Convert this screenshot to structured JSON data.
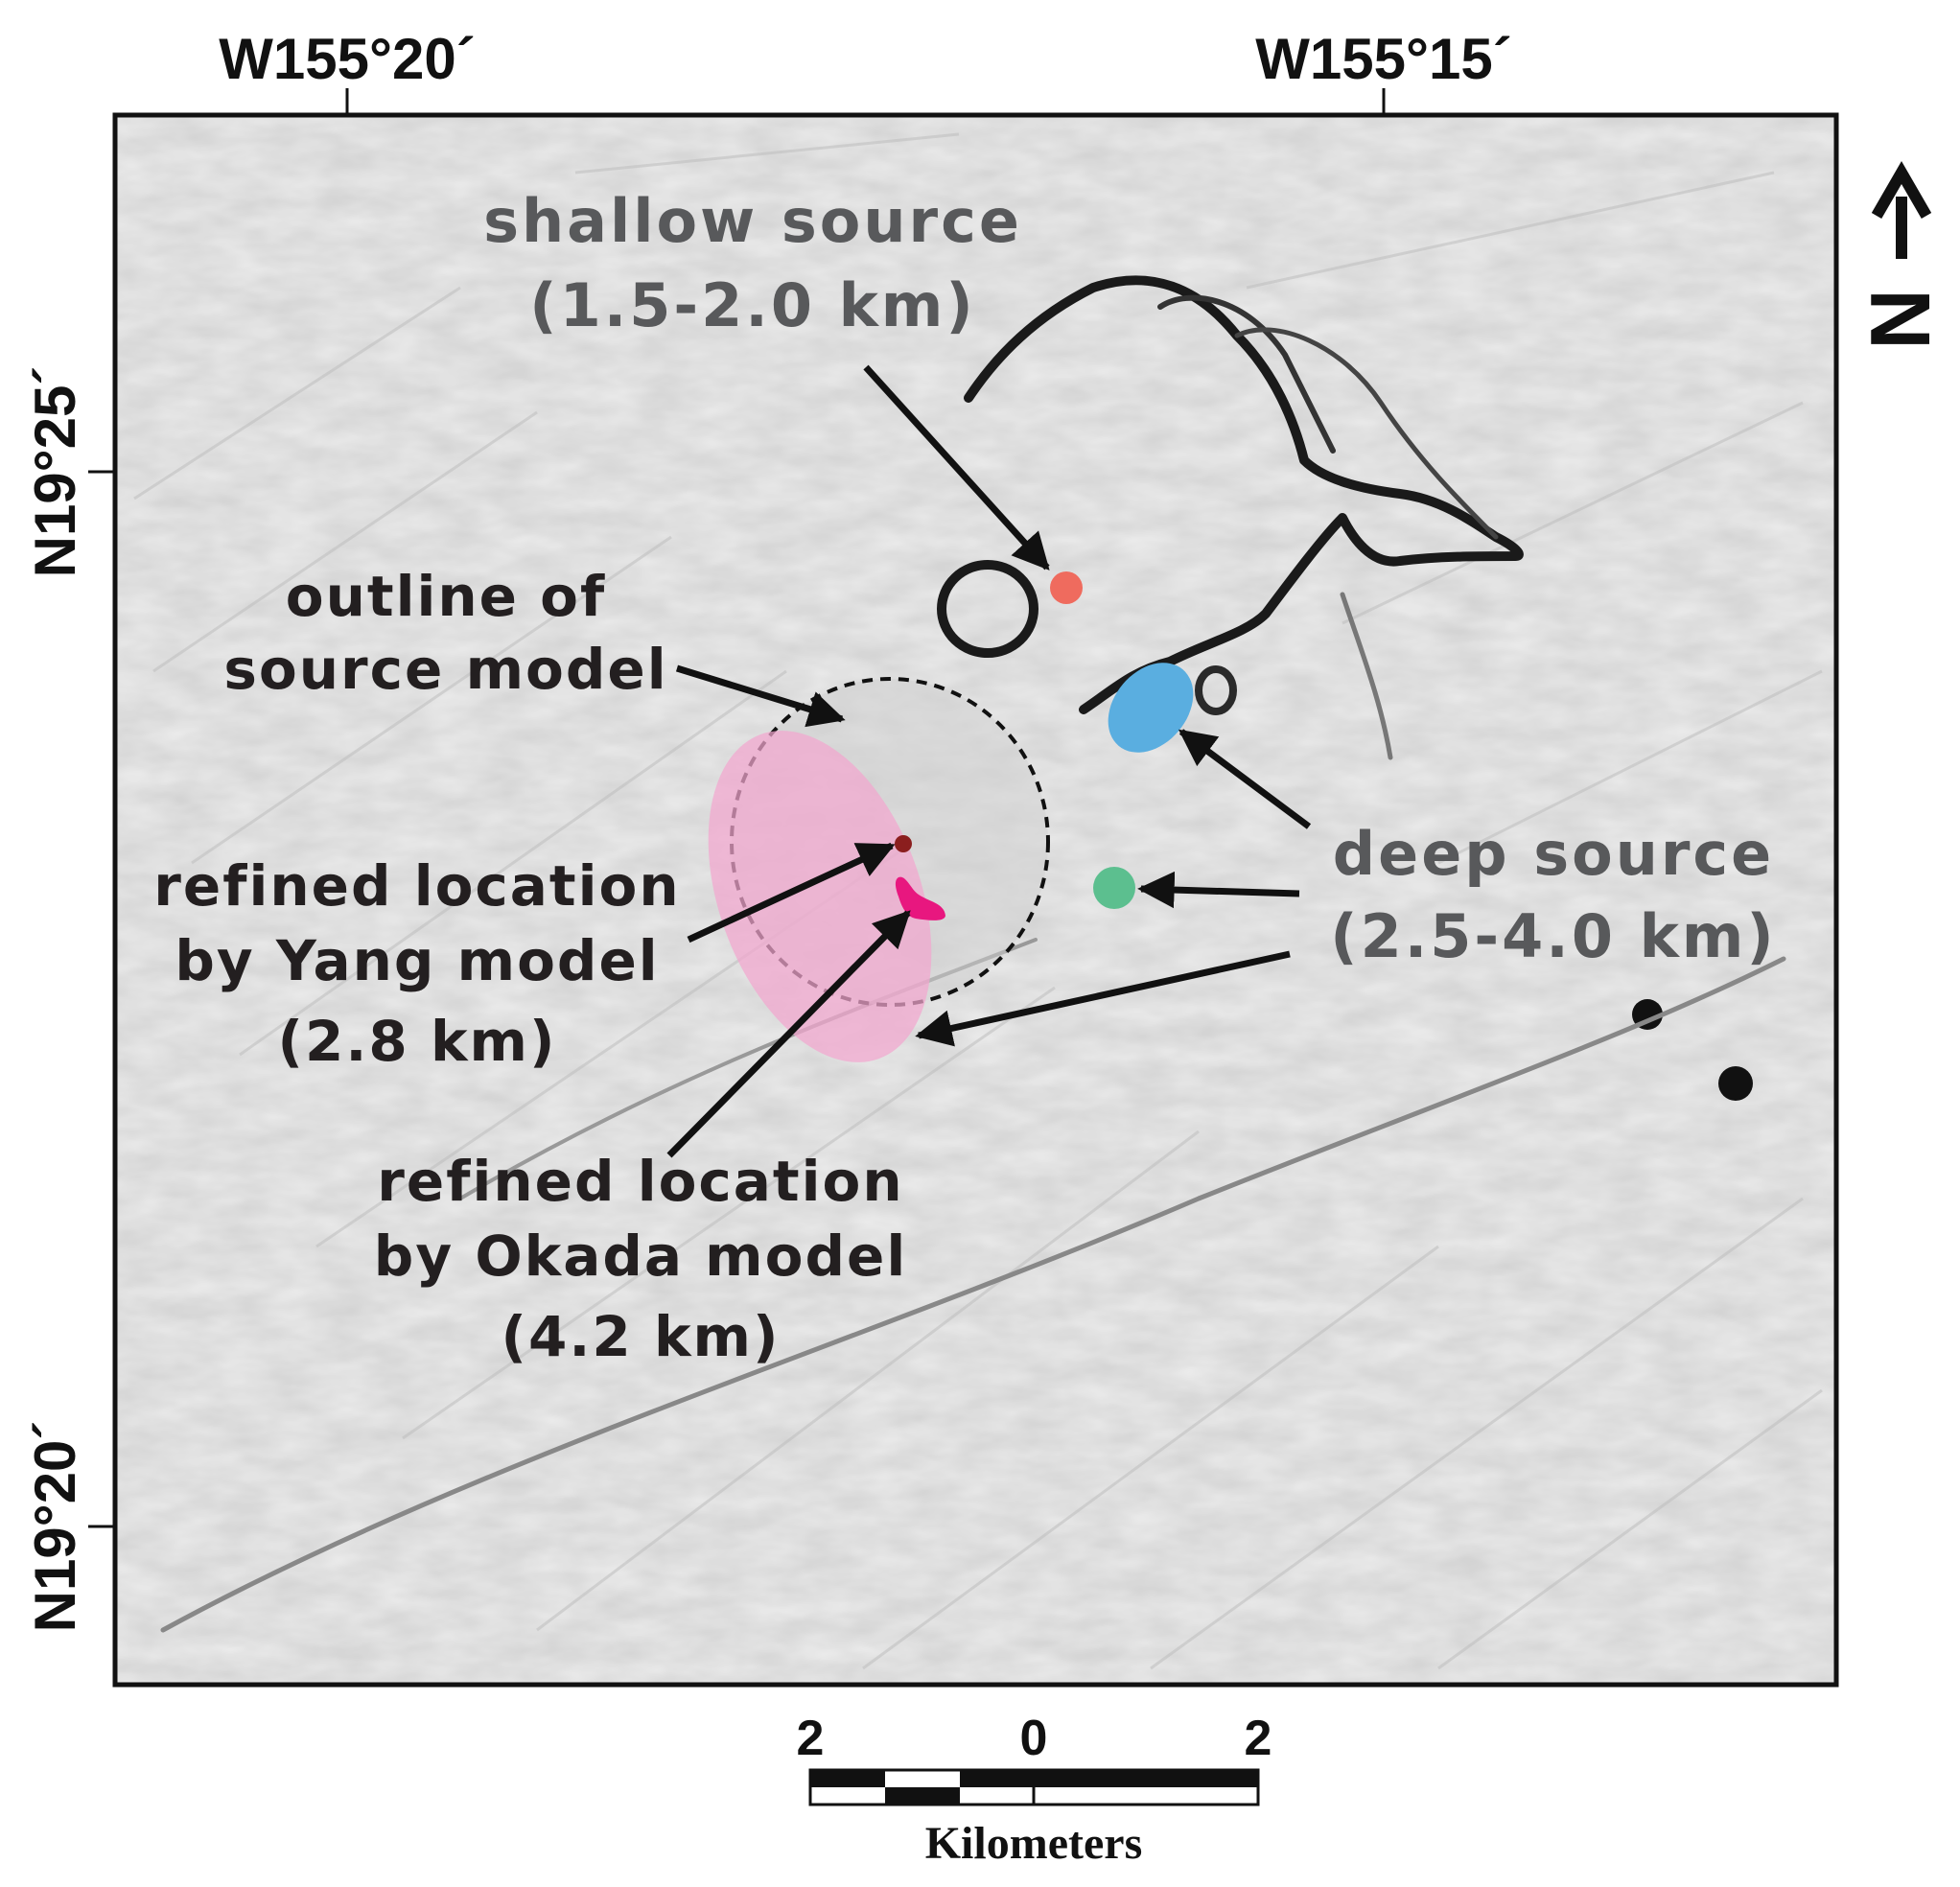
{
  "map": {
    "longitude_labels": [
      "W155°20´",
      "W155°15´"
    ],
    "latitude_labels": [
      "N19°25´",
      "N19°20´"
    ],
    "north_arrow": {
      "label": "N",
      "icon": "north-arrow-icon"
    },
    "annotations": {
      "shallow_source": {
        "line1": "shallow source",
        "line2": "(1.5-2.0 km)",
        "color": "#ef6b5e"
      },
      "outline": {
        "line1": "outline of",
        "line2": "source model"
      },
      "yang": {
        "line1": "refined location",
        "line2": "by Yang model",
        "line3": "(2.8 km)",
        "color": "#8b1e1e"
      },
      "okada": {
        "line1": "refined location",
        "line2": "by Okada model",
        "line3": "(4.2 km)",
        "color": "#e8177f"
      },
      "deep_source": {
        "line1": "deep source",
        "line2": "(2.5-4.0 km)",
        "colors": [
          "#5aaee0",
          "#5cbf8f",
          "#f2a6cf"
        ]
      }
    },
    "scale_bar": {
      "labels": [
        "2",
        "0",
        "2"
      ],
      "unit": "Kilometers"
    }
  }
}
